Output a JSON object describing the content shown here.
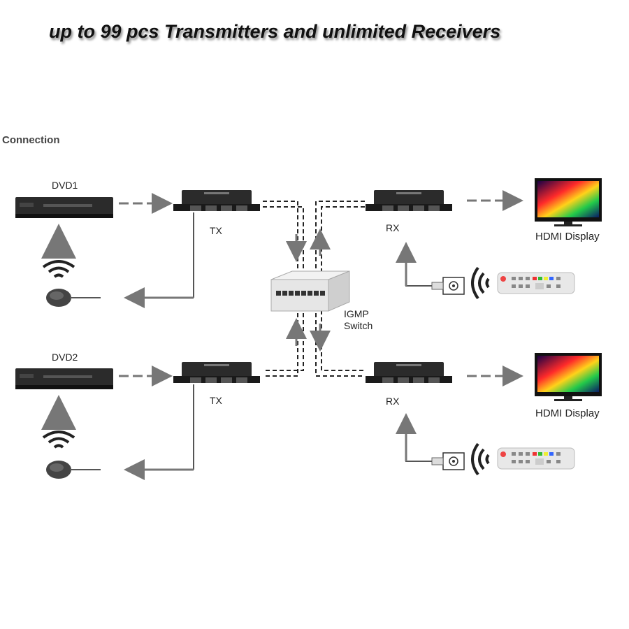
{
  "headline": "up to 99 pcs Transmitters and unlimited Receivers",
  "section_title": "Connection",
  "labels": {
    "dvd1": "DVD1",
    "dvd2": "DVD2",
    "tx": "TX",
    "rx": "RX",
    "switch_line1": "IGMP",
    "switch_line2": "Switch",
    "display": "HDMI Display"
  },
  "colors": {
    "line": "#555555",
    "arrow": "#777777",
    "device": "#2b2b2b",
    "switch": "#e6e6e6"
  }
}
